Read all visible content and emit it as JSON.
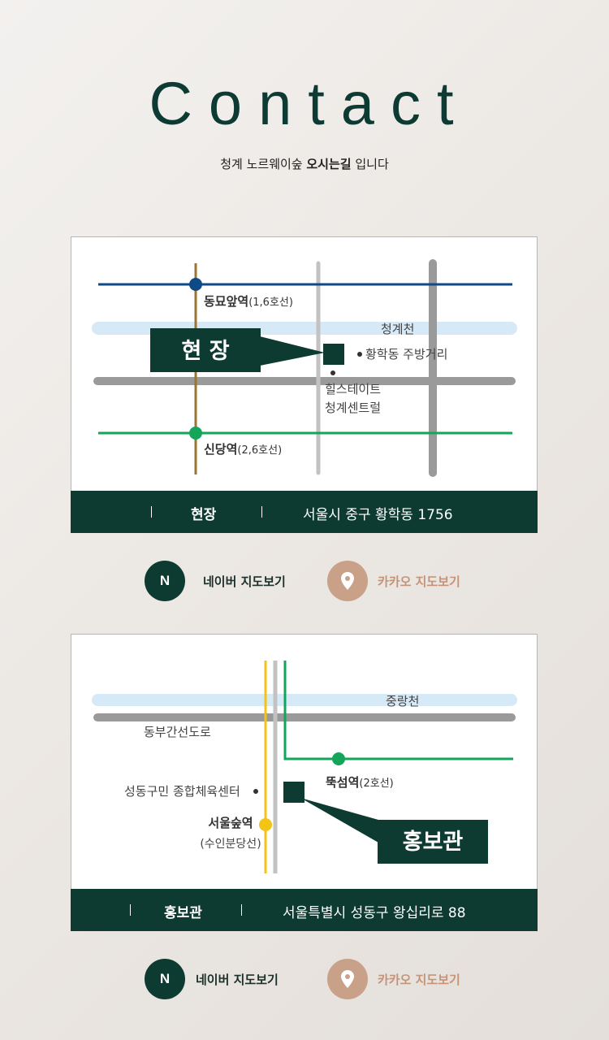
{
  "header": {
    "title": "Contact",
    "subtitle_pre": "청계 노르웨이숲 ",
    "subtitle_bold": "오시는길",
    "subtitle_post": " 입니다"
  },
  "map1": {
    "station1_name": "동묘앞역",
    "station1_lines": "(1,6호선)",
    "stream": "청계천",
    "site_label": "현 장",
    "poi1": "황학동 주방거리",
    "poi2_line1": "힐스테이트",
    "poi2_line2": "청계센트럴",
    "station2_name": "신당역",
    "station2_lines": "(2,6호선)",
    "address_name": "현장",
    "address": "서울시 중구 황학동 1756",
    "naver_label": "네이버 지도보기",
    "kakao_label": "카카오 지도보기"
  },
  "map2": {
    "stream": "중랑천",
    "road": "동부간선도로",
    "station1_name": "뚝섬역",
    "station1_lines": "(2호선)",
    "poi1": "성동구민 종합체육센터",
    "station2_name": "서울숲역",
    "station2_lines": "(수인분당선)",
    "site_label": "홍보관",
    "address_name": "홍보관",
    "address": "서울특별시 성동구 왕십리로 88",
    "naver_label": "네이버 지도보기",
    "kakao_label": "카카오 지도보기"
  },
  "icons": {
    "naver_letter": "N"
  },
  "colors": {
    "brand_dark": "#0e3b31",
    "kakao": "#c9a188",
    "line_blue": "#0f4a86",
    "line_green": "#13a55a",
    "line_brown": "#9b7431",
    "line_yellow": "#f3c316",
    "stream": "#d6e9f6"
  }
}
